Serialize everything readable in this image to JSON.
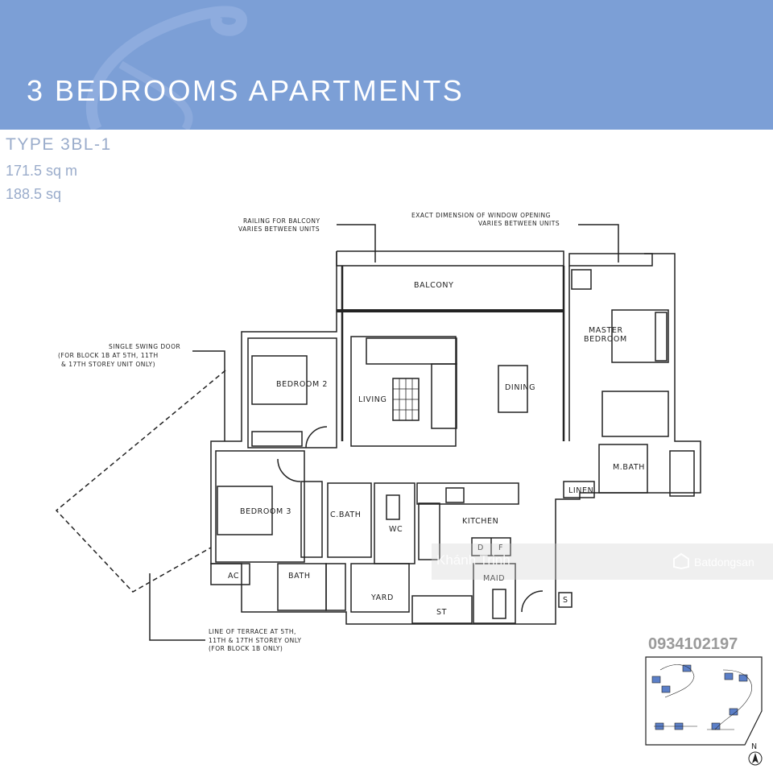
{
  "header": {
    "title": "3 BEDROOMS APARTMENTS"
  },
  "unit": {
    "type": "TYPE 3BL-1",
    "area_sqm": "171.5 sq m",
    "area_sqft": "188.5 sq"
  },
  "rooms": {
    "balcony": "BALCONY",
    "master_line1": "MASTER",
    "master_line2": "BEDROOM",
    "bedroom2": "BEDROOM 2",
    "living": "LIVING",
    "dining": "DINING",
    "bedroom3": "BEDROOM 3",
    "cbath": "C.BATH",
    "wc": "WC",
    "kitchen": "KITCHEN",
    "mbath": "M.BATH",
    "linen": "LINEN",
    "ac": "AC",
    "bath": "BATH",
    "yard": "YARD",
    "st": "ST",
    "maid": "MAID",
    "s": "S",
    "d": "D",
    "f": "F"
  },
  "notes": {
    "railing_1": "RAILING FOR BALCONY",
    "railing_2": "VARIES BETWEEN UNITS",
    "window_1": "EXACT DIMENSION OF WINDOW OPENING",
    "window_2": "VARIES BETWEEN UNITS",
    "door_1": "SINGLE SWING DOOR",
    "door_2": "(FOR BLOCK 1B AT 5TH, 11TH",
    "door_3": "& 17TH STOREY UNIT ONLY)",
    "terrace_1": "LINE OF TERRACE AT 5TH,",
    "terrace_2": "11TH & 17TH STOREY ONLY",
    "terrace_3": "(FOR BLOCK 1B ONLY)"
  },
  "compass": {
    "label": "N"
  },
  "watermark": {
    "phone": "0934102197",
    "name": "Khánh Trinh",
    "brand": "Batdongsan"
  },
  "colors": {
    "header": "#7c9fd6",
    "highlight": "#5b7fc8",
    "text_meta": "#9aaccb"
  }
}
